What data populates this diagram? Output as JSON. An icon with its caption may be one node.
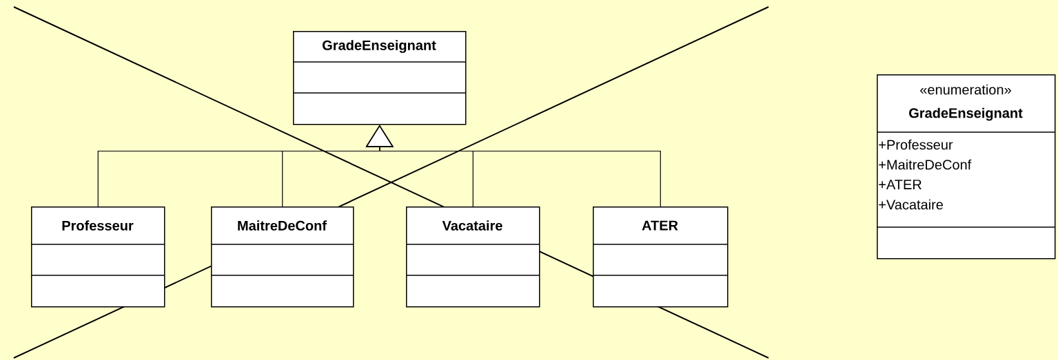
{
  "diagram": {
    "nodes": [
      {
        "text": [
          "GradeEnseignant"
        ]
      },
      {
        "text": [
          "Professeur"
        ]
      },
      {
        "text": [
          "MaitreDeConf"
        ]
      },
      {
        "text": [
          "Vacataire"
        ]
      },
      {
        "text": [
          "ATER"
        ]
      },
      {
        "text": [
          "«enumeration»",
          "GradeEnseignant",
          "+Professeur",
          "+MaitreDeConf",
          "+ATER",
          "+Vacataire"
        ]
      }
    ],
    "edges": [
      {
        "from": 1,
        "to": 0,
        "arrow": "to"
      },
      {
        "from": 2,
        "to": 0,
        "arrow": "to"
      },
      {
        "from": 3,
        "to": 0,
        "arrow": "to"
      },
      {
        "from": 4,
        "to": 0,
        "arrow": "to"
      }
    ]
  }
}
